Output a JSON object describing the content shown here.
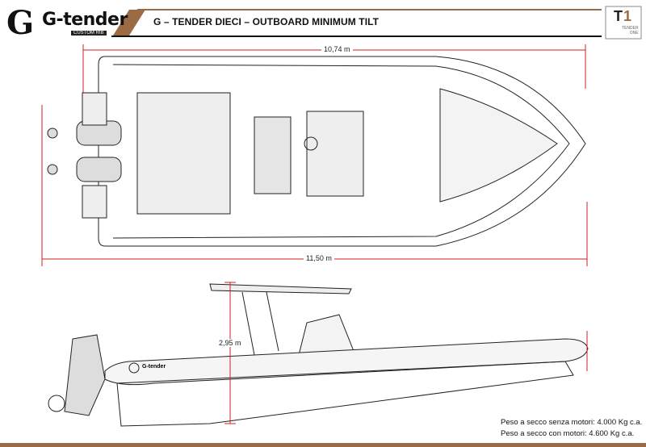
{
  "header": {
    "brand": "G-tender",
    "brand_sub": "CUSTOM RIB",
    "title": "G – TENDER DIECI – OUTBOARD MINIMUM TILT",
    "badge_logo": "T1",
    "badge_sub_1": "TENDER",
    "badge_sub_2": "ONE"
  },
  "dimensions": {
    "deck_length": "10,74 m",
    "overall_length": "11,50 m",
    "height": "2,95 m"
  },
  "hull_brand": "G-tender",
  "weights": {
    "without_engines": "Peso a secco senza motori: 4.000 Kg c.a.",
    "with_engines": "Peso a secco con motori: 4.600 Kg c.a."
  },
  "colors": {
    "accent": "#9b6b45",
    "dimension": "#cc2222",
    "ink": "#222222"
  }
}
